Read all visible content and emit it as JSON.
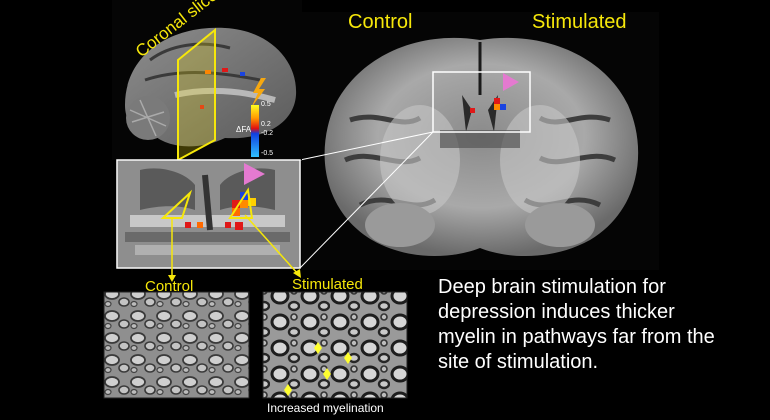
{
  "labels": {
    "coronal_slice": "Coronal slice",
    "control_top": "Control",
    "stimulated_top": "Stimulated",
    "control_em": "Control",
    "stimulated_em": "Stimulated",
    "increased_myelination": "Increased myelination"
  },
  "colorbar": {
    "title": "ΔFA",
    "ticks": [
      "0.5",
      "0.2",
      "-0.2",
      "-0.5"
    ]
  },
  "caption": "Deep brain stimulation for depression induces thicker myelin  in pathways far from the site of stimulation.",
  "colors": {
    "label_yellow": "#f6e70a",
    "marker_pink": "#e47ad0",
    "frame_white": "#ffffff",
    "background": "#000000"
  },
  "icons": [
    "lightning-bolt-icon",
    "triangle-marker-icon",
    "arrow-icon"
  ]
}
